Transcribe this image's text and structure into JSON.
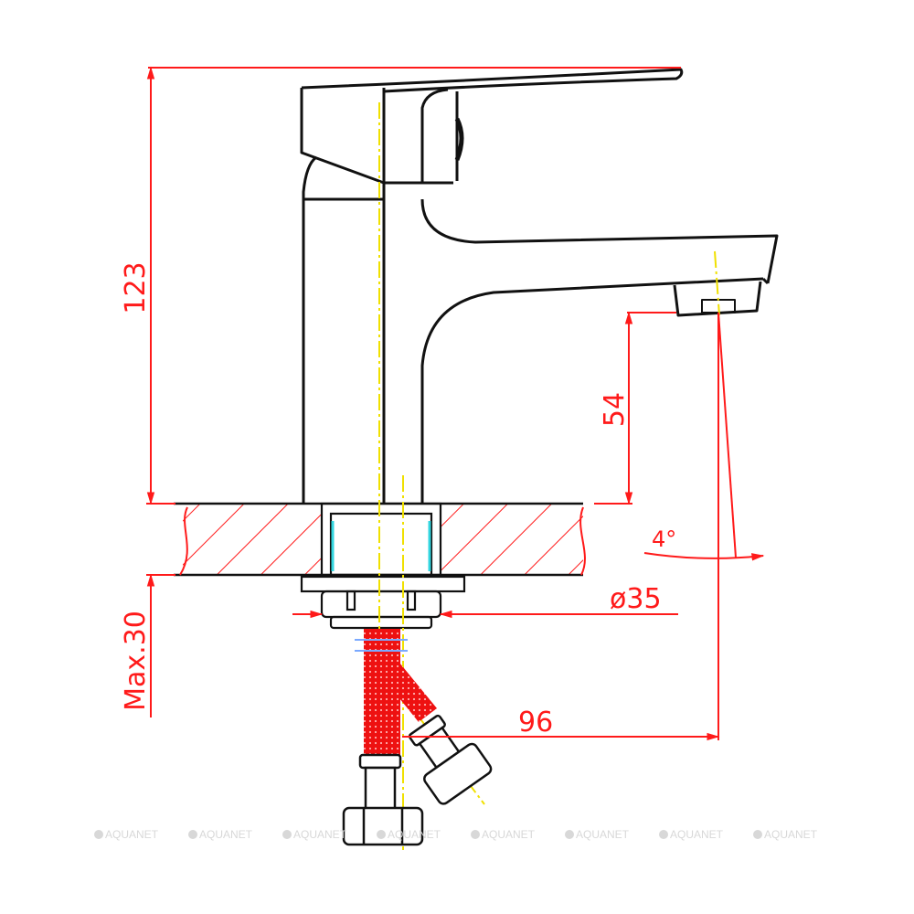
{
  "drawing": {
    "title": "Basin mixer technical drawing",
    "colors": {
      "outline": "#111111",
      "dimension": "#ff1a1a",
      "centerline": "#f0e000",
      "hatch": "#ff1a1a",
      "hose": "#ee1111",
      "cyan": "#33d6e0",
      "watermark": "#d8d8d8"
    }
  },
  "dimensions": {
    "total_height": "123",
    "spout_height": "54",
    "angle": "4°",
    "base_diameter": "ø35",
    "spout_reach": "96",
    "max_counter_thickness": "Max.30"
  },
  "watermark": {
    "text": "AQUANET",
    "repeat_x": [
      102,
      205,
      308,
      411,
      514,
      617,
      720,
      823
    ]
  }
}
